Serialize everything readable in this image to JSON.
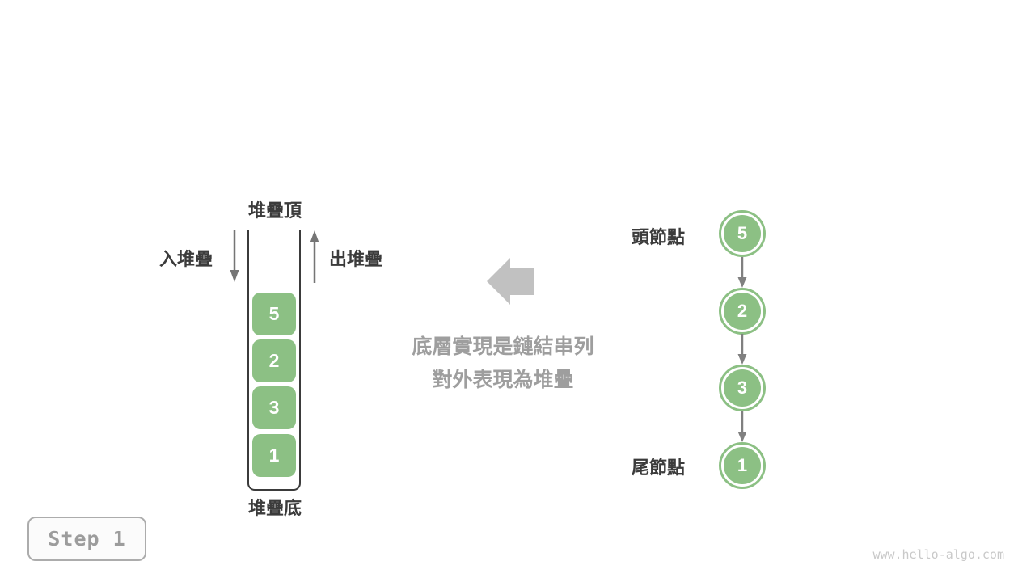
{
  "stack": {
    "top_label": "堆疊頂",
    "bottom_label": "堆疊底",
    "push_label": "入堆疊",
    "pop_label": "出堆疊",
    "items": [
      "5",
      "2",
      "3",
      "1"
    ]
  },
  "annotation": {
    "line1": "底層實現是鏈結串列",
    "line2": "對外表現為堆疊"
  },
  "linked_list": {
    "head_label": "頭節點",
    "tail_label": "尾節點",
    "nodes": [
      "5",
      "2",
      "3",
      "1"
    ]
  },
  "step_badge": {
    "label": "Step 1"
  },
  "footer": {
    "watermark": "www.hello-algo.com"
  },
  "colors": {
    "node_green": "#8cc084",
    "stack_wall": "#3b3b3b",
    "label_dark": "#3b3b3b",
    "arrow_gray": "#757575",
    "link_gray": "#808080",
    "big_arrow_gray": "#c1c1c1",
    "annotation_gray": "#9e9e9e",
    "step_border": "#acacac",
    "step_bg": "#fbfbfb",
    "step_text": "#9c9c9c",
    "watermark_gray": "#c9c9c9"
  }
}
